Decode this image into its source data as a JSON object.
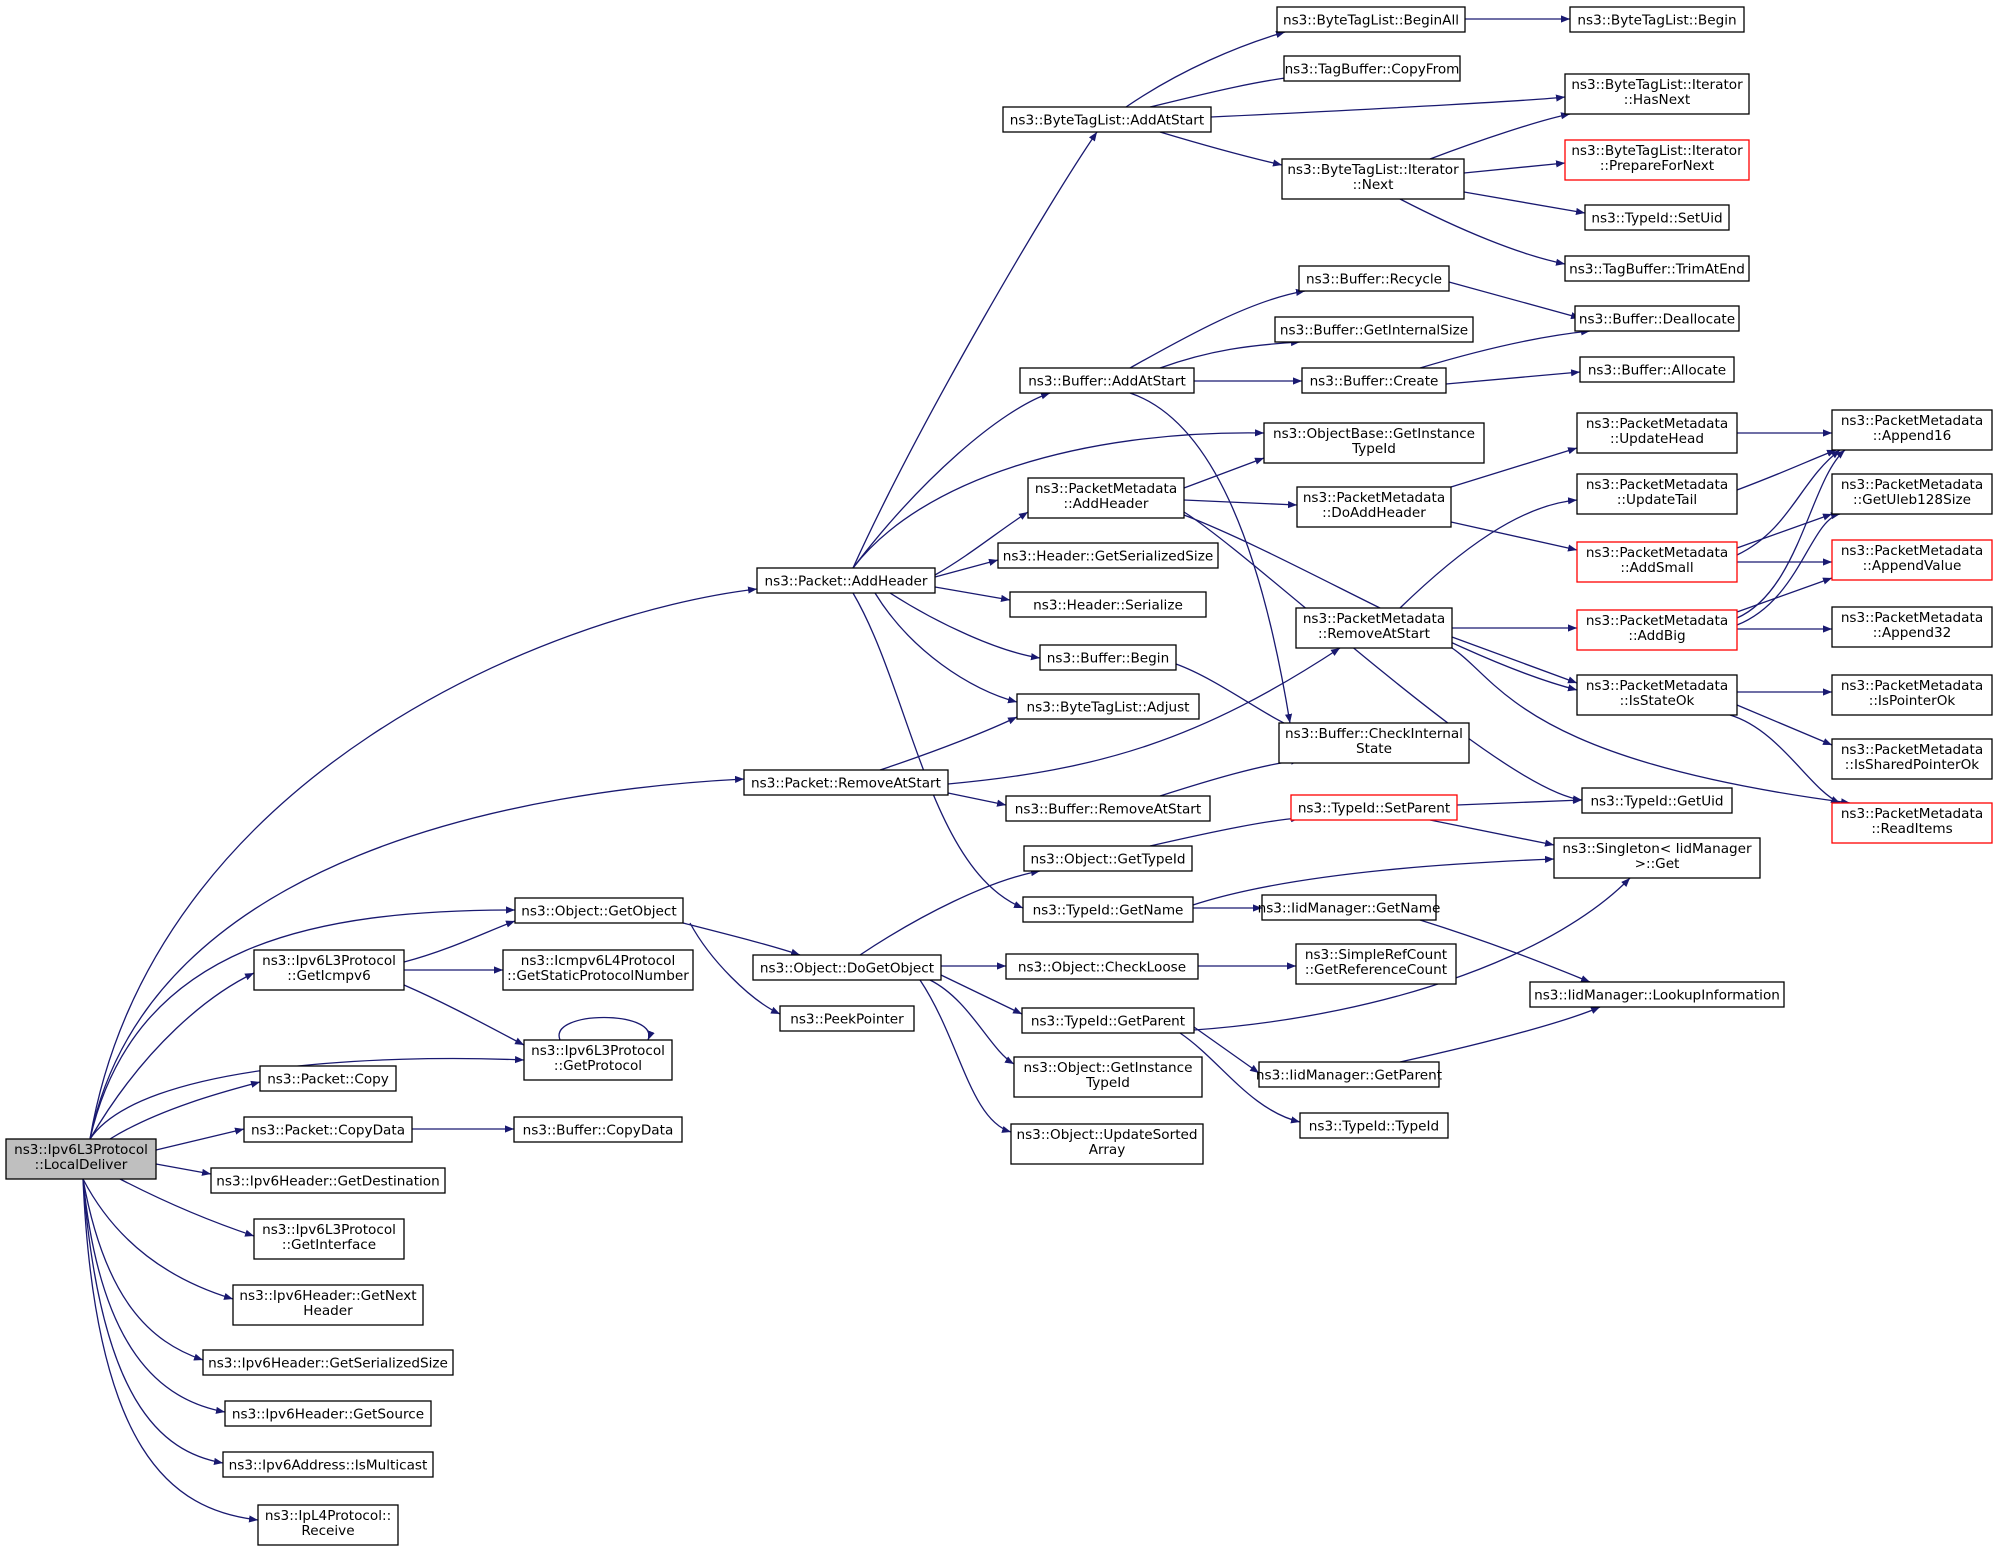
{
  "colors": {
    "edge": "#191970",
    "root_fill": "#bfbfbf",
    "node_border": "#000000",
    "truncated_border": "#ff0000"
  },
  "nodes": [
    {
      "id": "localdeliver",
      "lines": [
        "ns3::Ipv6L3Protocol",
        "::LocalDeliver"
      ],
      "style": "root"
    },
    {
      "id": "addheader",
      "lines": [
        "ns3::Packet::AddHeader"
      ]
    },
    {
      "id": "removeatstart",
      "lines": [
        "ns3::Packet::RemoveAtStart"
      ]
    },
    {
      "id": "getobject",
      "lines": [
        "ns3::Object::GetObject"
      ]
    },
    {
      "id": "geticmpv6",
      "lines": [
        "ns3::Ipv6L3Protocol",
        "::GetIcmpv6"
      ]
    },
    {
      "id": "icmpstatic",
      "lines": [
        "ns3::Icmpv6L4Protocol",
        "::GetStaticProtocolNumber"
      ]
    },
    {
      "id": "getprotocol",
      "lines": [
        "ns3::Ipv6L3Protocol",
        "::GetProtocol"
      ]
    },
    {
      "id": "packetcopy",
      "lines": [
        "ns3::Packet::Copy"
      ]
    },
    {
      "id": "packetcopydata",
      "lines": [
        "ns3::Packet::CopyData"
      ]
    },
    {
      "id": "buffercopydata",
      "lines": [
        "ns3::Buffer::CopyData"
      ]
    },
    {
      "id": "getdestination",
      "lines": [
        "ns3::Ipv6Header::GetDestination"
      ]
    },
    {
      "id": "getinterface",
      "lines": [
        "ns3::Ipv6L3Protocol",
        "::GetInterface"
      ]
    },
    {
      "id": "getnextheader",
      "lines": [
        "ns3::Ipv6Header::GetNext",
        "Header"
      ]
    },
    {
      "id": "ipv6getserialized",
      "lines": [
        "ns3::Ipv6Header::GetSerializedSize"
      ]
    },
    {
      "id": "getsource",
      "lines": [
        "ns3::Ipv6Header::GetSource"
      ]
    },
    {
      "id": "ismulticast",
      "lines": [
        "ns3::Ipv6Address::IsMulticast"
      ]
    },
    {
      "id": "receive",
      "lines": [
        "ns3::IpL4Protocol::",
        "Receive"
      ]
    },
    {
      "id": "btl_addatstart",
      "lines": [
        "ns3::ByteTagList::AddAtStart"
      ]
    },
    {
      "id": "btl_beginall",
      "lines": [
        "ns3::ByteTagList::BeginAll"
      ]
    },
    {
      "id": "btl_begin",
      "lines": [
        "ns3::ByteTagList::Begin"
      ]
    },
    {
      "id": "tb_copyfrom",
      "lines": [
        "ns3::TagBuffer::CopyFrom"
      ]
    },
    {
      "id": "btl_hasnext",
      "lines": [
        "ns3::ByteTagList::Iterator",
        "::HasNext"
      ]
    },
    {
      "id": "btl_next",
      "lines": [
        "ns3::ByteTagList::Iterator",
        "::Next"
      ]
    },
    {
      "id": "btl_prepare",
      "lines": [
        "ns3::ByteTagList::Iterator",
        "::PrepareForNext"
      ],
      "style": "red"
    },
    {
      "id": "typeid_setuid",
      "lines": [
        "ns3::TypeId::SetUid"
      ]
    },
    {
      "id": "tb_trimatend",
      "lines": [
        "ns3::TagBuffer::TrimAtEnd"
      ]
    },
    {
      "id": "buf_recycle",
      "lines": [
        "ns3::Buffer::Recycle"
      ]
    },
    {
      "id": "buf_dealloc",
      "lines": [
        "ns3::Buffer::Deallocate"
      ]
    },
    {
      "id": "buf_getinternalsize",
      "lines": [
        "ns3::Buffer::GetInternalSize"
      ]
    },
    {
      "id": "buf_addatstart",
      "lines": [
        "ns3::Buffer::AddAtStart"
      ]
    },
    {
      "id": "buf_create",
      "lines": [
        "ns3::Buffer::Create"
      ]
    },
    {
      "id": "buf_allocate",
      "lines": [
        "ns3::Buffer::Allocate"
      ]
    },
    {
      "id": "objbase_getinst",
      "lines": [
        "ns3::ObjectBase::GetInstance",
        "TypeId"
      ]
    },
    {
      "id": "pm_addheader",
      "lines": [
        "ns3::PacketMetadata",
        "::AddHeader"
      ]
    },
    {
      "id": "pm_doaddheader",
      "lines": [
        "ns3::PacketMetadata",
        "::DoAddHeader"
      ]
    },
    {
      "id": "pm_updatehead",
      "lines": [
        "ns3::PacketMetadata",
        "::UpdateHead"
      ]
    },
    {
      "id": "pm_updatetail",
      "lines": [
        "ns3::PacketMetadata",
        "::UpdateTail"
      ]
    },
    {
      "id": "pm_append16",
      "lines": [
        "ns3::PacketMetadata",
        "::Append16"
      ]
    },
    {
      "id": "pm_getuleb",
      "lines": [
        "ns3::PacketMetadata",
        "::GetUleb128Size"
      ]
    },
    {
      "id": "pm_addsmall",
      "lines": [
        "ns3::PacketMetadata",
        "::AddSmall"
      ],
      "style": "red"
    },
    {
      "id": "pm_appendvalue",
      "lines": [
        "ns3::PacketMetadata",
        "::AppendValue"
      ],
      "style": "red"
    },
    {
      "id": "hdr_getserialized",
      "lines": [
        "ns3::Header::GetSerializedSize"
      ]
    },
    {
      "id": "hdr_serialize",
      "lines": [
        "ns3::Header::Serialize"
      ]
    },
    {
      "id": "pm_removeatstart",
      "lines": [
        "ns3::PacketMetadata",
        "::RemoveAtStart"
      ]
    },
    {
      "id": "pm_addbig",
      "lines": [
        "ns3::PacketMetadata",
        "::AddBig"
      ],
      "style": "red"
    },
    {
      "id": "pm_append32",
      "lines": [
        "ns3::PacketMetadata",
        "::Append32"
      ]
    },
    {
      "id": "buf_begin",
      "lines": [
        "ns3::Buffer::Begin"
      ]
    },
    {
      "id": "btl_adjust",
      "lines": [
        "ns3::ByteTagList::Adjust"
      ]
    },
    {
      "id": "pm_isstateok",
      "lines": [
        "ns3::PacketMetadata",
        "::IsStateOk"
      ]
    },
    {
      "id": "pm_ispointerok",
      "lines": [
        "ns3::PacketMetadata",
        "::IsPointerOk"
      ]
    },
    {
      "id": "buf_checkinternal",
      "lines": [
        "ns3::Buffer::CheckInternal",
        "State"
      ]
    },
    {
      "id": "pm_issharedptr",
      "lines": [
        "ns3::PacketMetadata",
        "::IsSharedPointerOk"
      ]
    },
    {
      "id": "buf_removeatstart",
      "lines": [
        "ns3::Buffer::RemoveAtStart"
      ]
    },
    {
      "id": "typeid_setparent",
      "lines": [
        "ns3::TypeId::SetParent"
      ],
      "style": "red"
    },
    {
      "id": "typeid_getuid",
      "lines": [
        "ns3::TypeId::GetUid"
      ]
    },
    {
      "id": "pm_readitems",
      "lines": [
        "ns3::PacketMetadata",
        "::ReadItems"
      ],
      "style": "red"
    },
    {
      "id": "obj_gettypeid",
      "lines": [
        "ns3::Object::GetTypeId"
      ]
    },
    {
      "id": "singleton_get",
      "lines": [
        "ns3::Singleton< IidManager",
        ">::Get"
      ]
    },
    {
      "id": "typeid_getname",
      "lines": [
        "ns3::TypeId::GetName"
      ]
    },
    {
      "id": "iid_getname",
      "lines": [
        "ns3::IidManager::GetName"
      ]
    },
    {
      "id": "obj_dogetobject",
      "lines": [
        "ns3::Object::DoGetObject"
      ]
    },
    {
      "id": "obj_checkloose",
      "lines": [
        "ns3::Object::CheckLoose"
      ]
    },
    {
      "id": "srefcount",
      "lines": [
        "ns3::SimpleRefCount",
        "::GetReferenceCount"
      ]
    },
    {
      "id": "iid_lookup",
      "lines": [
        "ns3::IidManager::LookupInformation"
      ]
    },
    {
      "id": "peekpointer",
      "lines": [
        "ns3::PeekPointer"
      ]
    },
    {
      "id": "typeid_getparent",
      "lines": [
        "ns3::TypeId::GetParent"
      ]
    },
    {
      "id": "iid_getparent",
      "lines": [
        "ns3::IidManager::GetParent"
      ]
    },
    {
      "id": "obj_getinsttypeid",
      "lines": [
        "ns3::Object::GetInstance",
        "TypeId"
      ]
    },
    {
      "id": "typeid_typeid",
      "lines": [
        "ns3::TypeId::TypeId"
      ]
    },
    {
      "id": "obj_updatesorted",
      "lines": [
        "ns3::Object::UpdateSorted",
        "Array"
      ]
    }
  ]
}
